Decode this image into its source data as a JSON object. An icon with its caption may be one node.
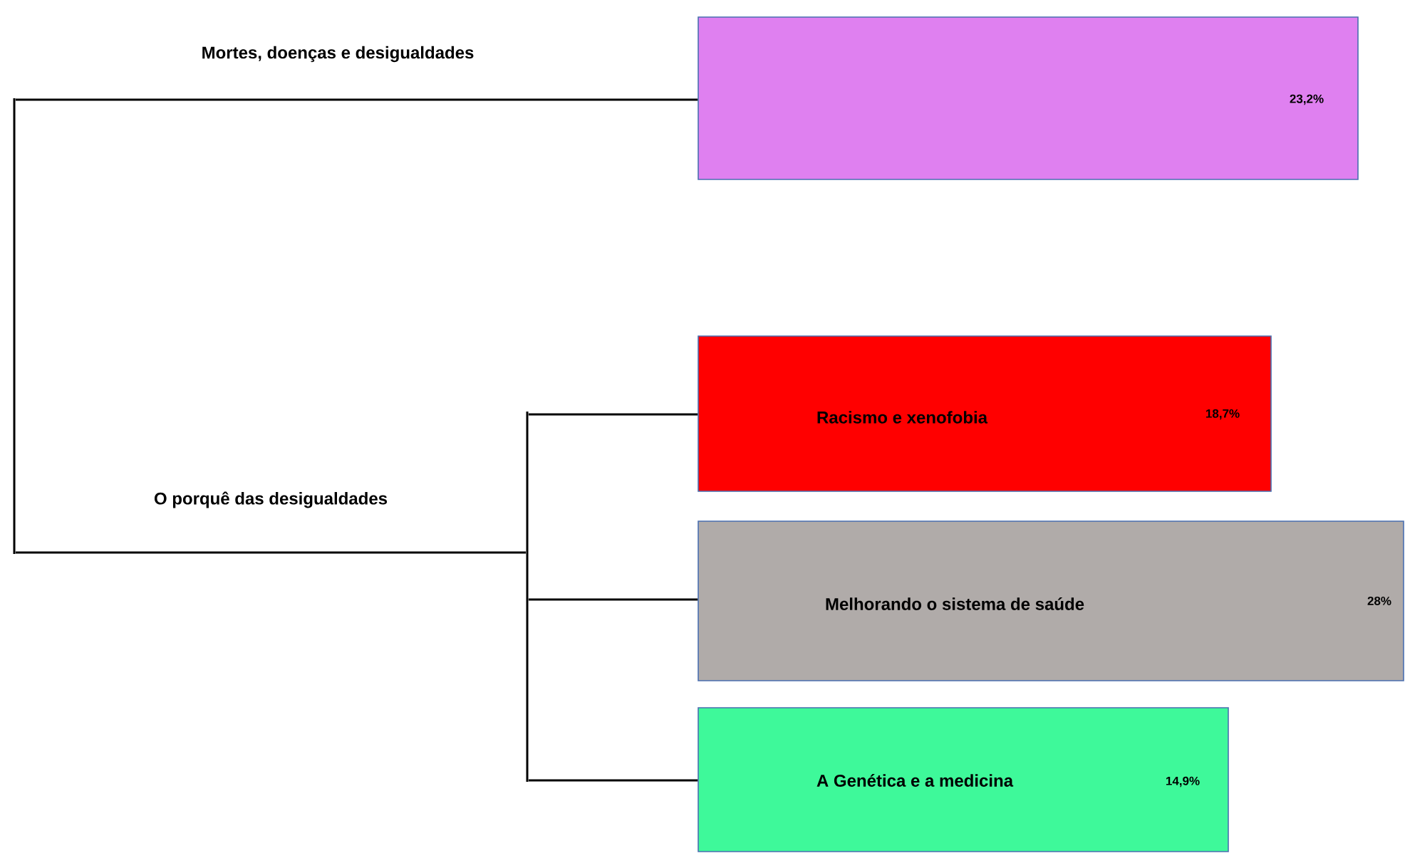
{
  "diagram": {
    "nodes": [
      {
        "text": [],
        "shape": "bar"
      },
      {
        "text": [
          "23,2%"
        ]
      },
      {
        "text": [],
        "shape": "bar"
      },
      {
        "text": [
          "Racismo e xenofobia",
          "18,7%"
        ]
      },
      {
        "text": [
          "Melhorando o sistema de saúde",
          "28%"
        ]
      },
      {
        "text": [
          "A Genética e a medicina",
          "14,9%"
        ]
      }
    ],
    "edges": [
      {
        "from": 0,
        "to": 1,
        "arrow": "none",
        "label": "Mortes, doenças e desigualdades"
      },
      {
        "from": 0,
        "to": 2,
        "arrow": "none",
        "label": "O porquê das desigualdades"
      },
      {
        "from": 2,
        "to": 3,
        "arrow": "none"
      },
      {
        "from": 2,
        "to": 4,
        "arrow": "none"
      },
      {
        "from": 2,
        "to": 5,
        "arrow": "none"
      }
    ]
  }
}
